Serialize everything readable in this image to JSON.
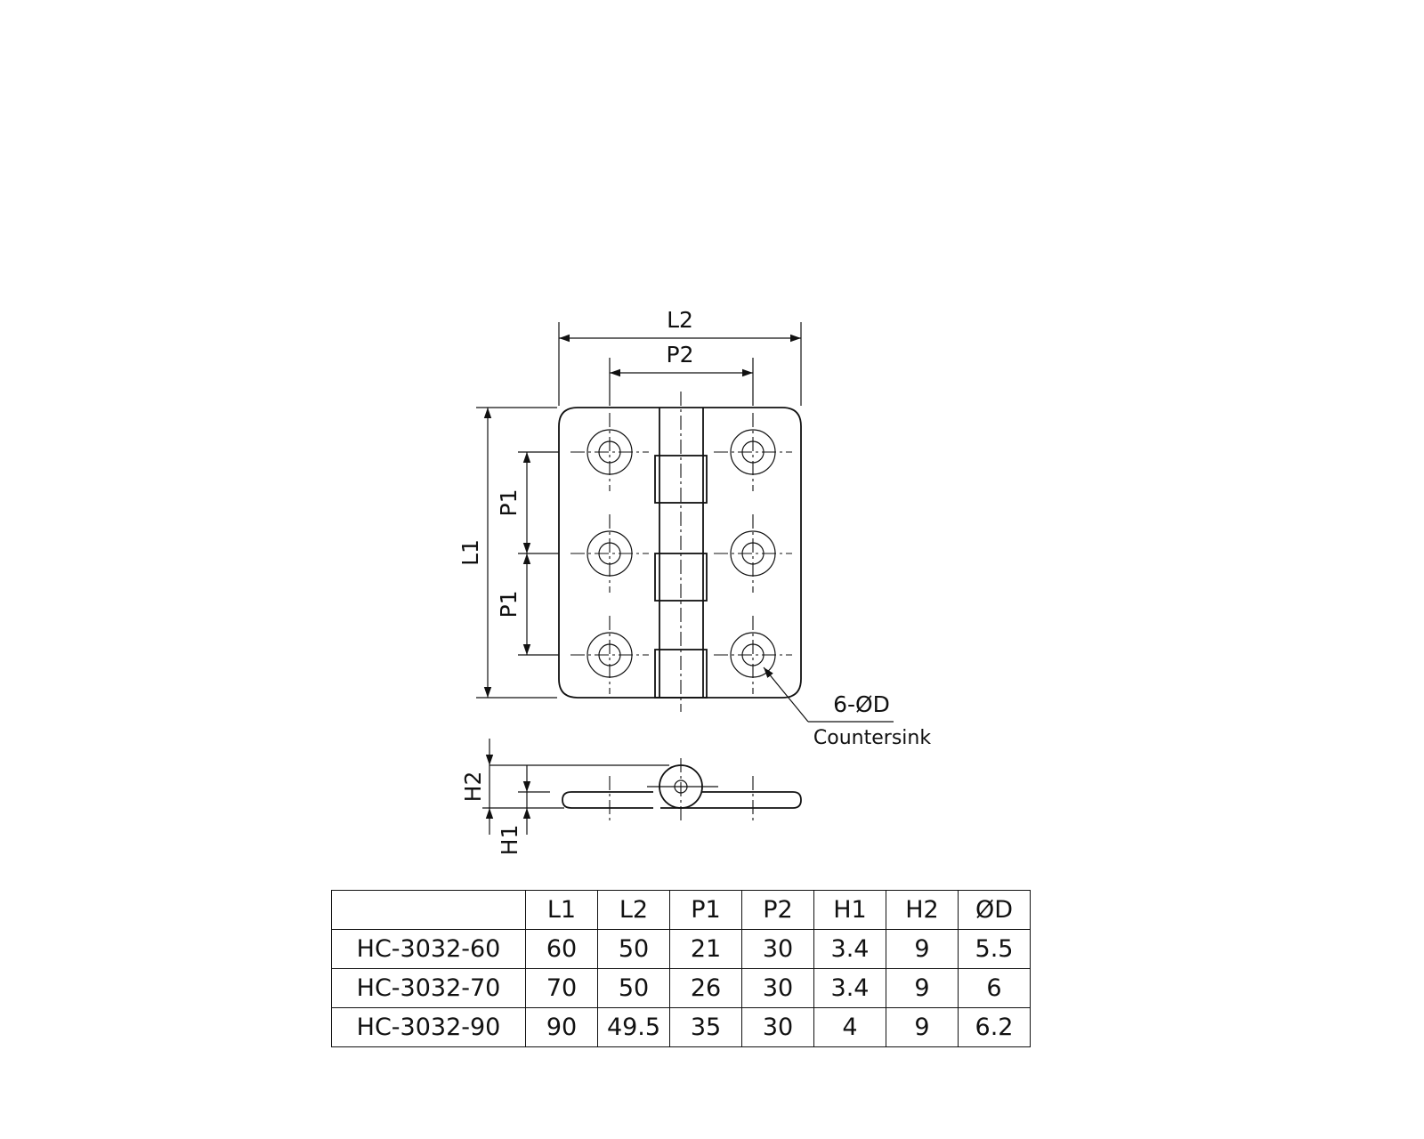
{
  "drawing": {
    "labels": {
      "l2": "L2",
      "p2": "P2",
      "l1": "L1",
      "p1_top": "P1",
      "p1_bottom": "P1",
      "hole_callout": "6-ØD",
      "hole_note": "Countersink",
      "h2": "H2",
      "h1": "H1"
    }
  },
  "table": {
    "headers": [
      "",
      "L1",
      "L2",
      "P1",
      "P2",
      "H1",
      "H2",
      "ØD"
    ],
    "rows": [
      {
        "model": "HC-3032-60",
        "values": [
          "60",
          "50",
          "21",
          "30",
          "3.4",
          "9",
          "5.5"
        ]
      },
      {
        "model": "HC-3032-70",
        "values": [
          "70",
          "50",
          "26",
          "30",
          "3.4",
          "9",
          "6"
        ]
      },
      {
        "model": "HC-3032-90",
        "values": [
          "90",
          "49.5",
          "35",
          "30",
          "4",
          "9",
          "6.2"
        ]
      }
    ]
  }
}
